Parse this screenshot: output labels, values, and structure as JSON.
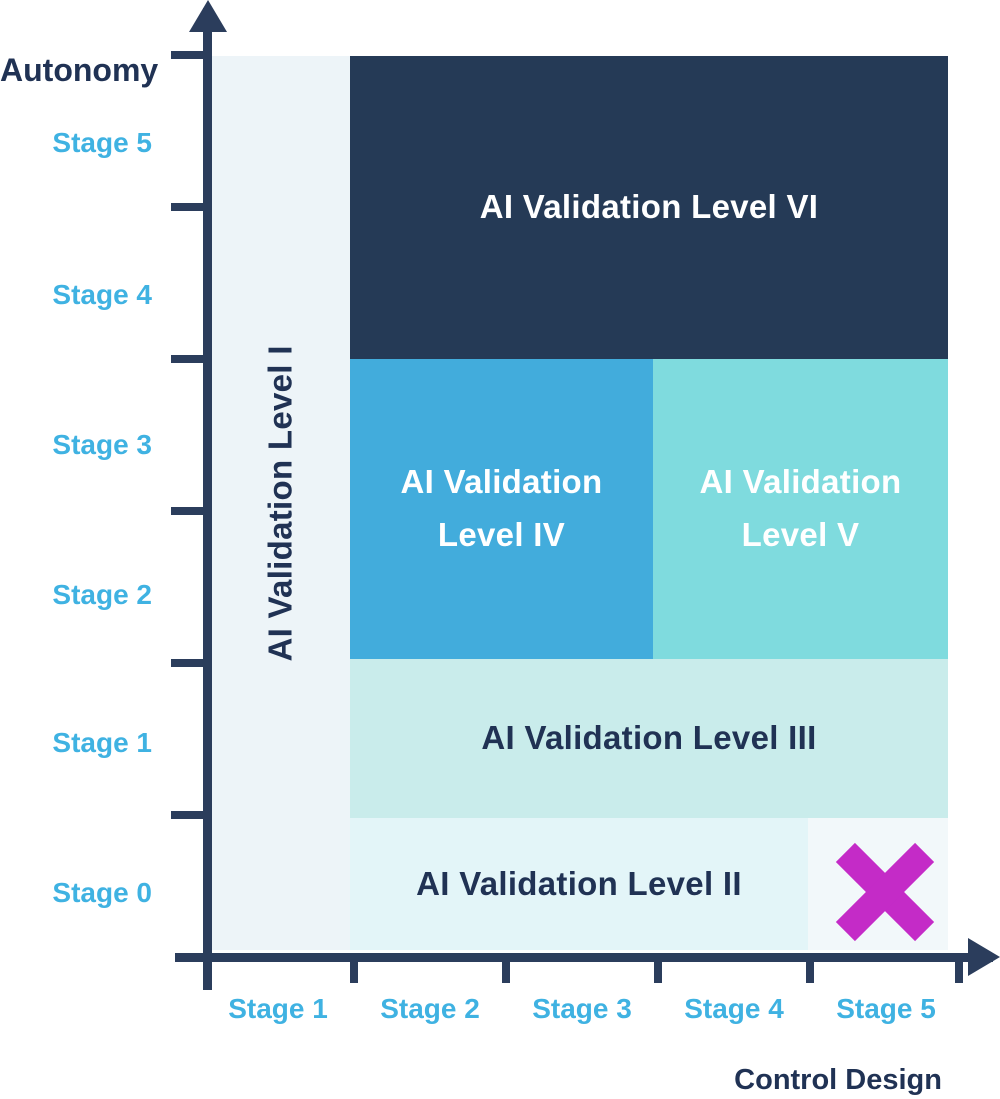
{
  "chart_data": {
    "type": "heatmap",
    "title": "",
    "xlabel": "Control Design",
    "ylabel": "Autonomy",
    "x_categories": [
      "Stage 1",
      "Stage 2",
      "Stage 3",
      "Stage 4",
      "Stage 5"
    ],
    "y_categories": [
      "Stage 0",
      "Stage 1",
      "Stage 2",
      "Stage 3",
      "Stage 4",
      "Stage 5"
    ],
    "grid": false,
    "legend": "none",
    "regions": [
      {
        "label": "AI Validation Level I",
        "x_range": [
          "Stage 1",
          "Stage 1"
        ],
        "y_range": [
          "Stage 0",
          "Stage 5"
        ],
        "color": "#EDF4F8",
        "text_color": "#203254",
        "text_orientation": "vertical"
      },
      {
        "label": "AI Validation Level II",
        "x_range": [
          "Stage 2",
          "Stage 4"
        ],
        "y_range": [
          "Stage 0",
          "Stage 0"
        ],
        "color": "#E3F5F8",
        "text_color": "#203254",
        "text_orientation": "horizontal"
      },
      {
        "label": "AI Validation Level III",
        "x_range": [
          "Stage 2",
          "Stage 5"
        ],
        "y_range": [
          "Stage 1",
          "Stage 1"
        ],
        "color": "#C9ECEB",
        "text_color": "#203254",
        "text_orientation": "horizontal"
      },
      {
        "label": "AI Validation Level IV",
        "x_range": [
          "Stage 2",
          "Stage 3"
        ],
        "y_range": [
          "Stage 2",
          "Stage 3"
        ],
        "color": "#42ACDC",
        "text_color": "#FFFFFF",
        "text_orientation": "horizontal"
      },
      {
        "label": "AI Validation Level V",
        "x_range": [
          "Stage 4",
          "Stage 5"
        ],
        "y_range": [
          "Stage 2",
          "Stage 3"
        ],
        "color": "#7FDBDE",
        "text_color": "#FFFFFF",
        "text_orientation": "horizontal"
      },
      {
        "label": "AI Validation Level VI",
        "x_range": [
          "Stage 2",
          "Stage 5"
        ],
        "y_range": [
          "Stage 4",
          "Stage 5"
        ],
        "color": "#253A56",
        "text_color": "#FFFFFF",
        "text_orientation": "horizontal"
      },
      {
        "label": "",
        "note": "unlabeled pale cell containing cross marker",
        "x_range": [
          "Stage 5",
          "Stage 5"
        ],
        "y_range": [
          "Stage 0",
          "Stage 0"
        ],
        "color": "#F2F8FA"
      }
    ],
    "marker": {
      "shape": "cross",
      "x": "Stage 5",
      "y": "Stage 0",
      "color": "#C42BC7"
    }
  },
  "display": {
    "level1": "AI Validation Level I",
    "level2": "AI Validation Level II",
    "level3": "AI Validation Level III",
    "level4": "AI Validation\nLevel IV",
    "level5": "AI Validation\nLevel V",
    "level6": "AI Validation Level VI"
  },
  "colors": {
    "level1_bg": "#EDF4F8",
    "level2_bg": "#E3F5F8",
    "level3_bg": "#C9ECEB",
    "level4_bg": "#42ACDC",
    "level5_bg": "#7FDBDE",
    "level6_bg": "#253A56",
    "marker_cell_bg": "#F2F8FA",
    "marker": "#C42BC7",
    "axis": "#2B3D5C",
    "axis_title_text": "#203254",
    "stage_label_text": "#3FB2E2",
    "block_text_light": "#FFFFFF",
    "block_text_dark": "#203254",
    "background": "#FFFFFF"
  }
}
